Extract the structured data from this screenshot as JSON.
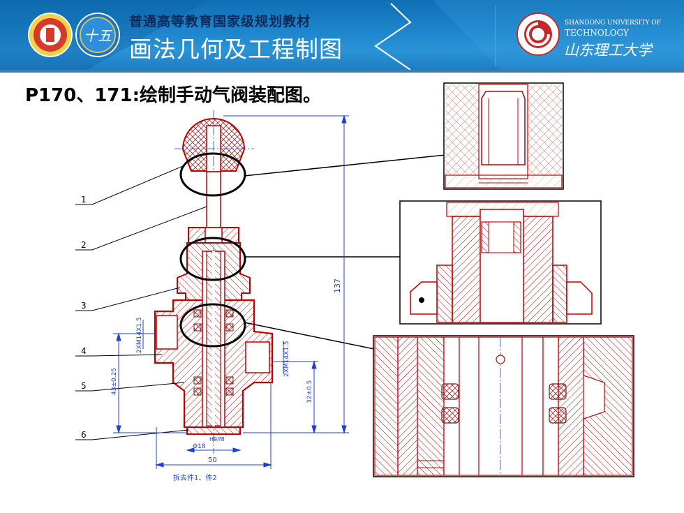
{
  "header": {
    "series": "普通高等教育国家级规划教材",
    "book_title": "画法几何及工程制图",
    "logo_badge": "十五",
    "university_en_line1": "SHANDONG UNIVERSITY OF",
    "university_en_line2": "TECHNOLOGY",
    "university_cn": "山东理工大学"
  },
  "slide": {
    "title": "P170、171:绘制手动气阀装配图。"
  },
  "drawing": {
    "part_numbers": [
      "1",
      "2",
      "3",
      "4",
      "5",
      "6"
    ],
    "dims": {
      "overall_height": "137",
      "thread_upper": "2XM14X1.5",
      "thread_right": "2XM14X1.5",
      "height_left": "43±0.25",
      "height_right": "32±0.5",
      "bore": "Φ18",
      "fit": "H9/f8",
      "width": "50"
    },
    "note": "拆去件1、件2"
  },
  "colors": {
    "banner": "#1e86cc",
    "part_red": "#c00000",
    "dim_blue": "#1f3fd0",
    "callout": "#000000"
  }
}
